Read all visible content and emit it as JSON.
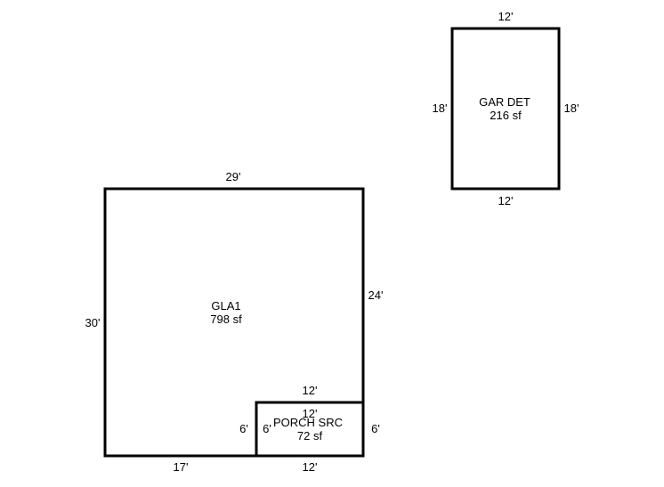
{
  "sketch": {
    "areas": [
      {
        "name": "GAR DET",
        "area": "216 sf",
        "dims": {
          "top": "12'",
          "bottom": "12'",
          "left": "18'",
          "right": "18'"
        }
      },
      {
        "name": "GLA1",
        "area": "798 sf",
        "dims": {
          "top": "29'",
          "left": "30'",
          "right": "24'",
          "bottom": "17'"
        }
      },
      {
        "name": "PORCH SRC",
        "area": "72 sf",
        "dims": {
          "top_outer": "12'",
          "top_inner": "12'",
          "left_outer": "6'",
          "left_inner": "6'",
          "right": "6'",
          "bottom": "12'"
        }
      }
    ]
  }
}
